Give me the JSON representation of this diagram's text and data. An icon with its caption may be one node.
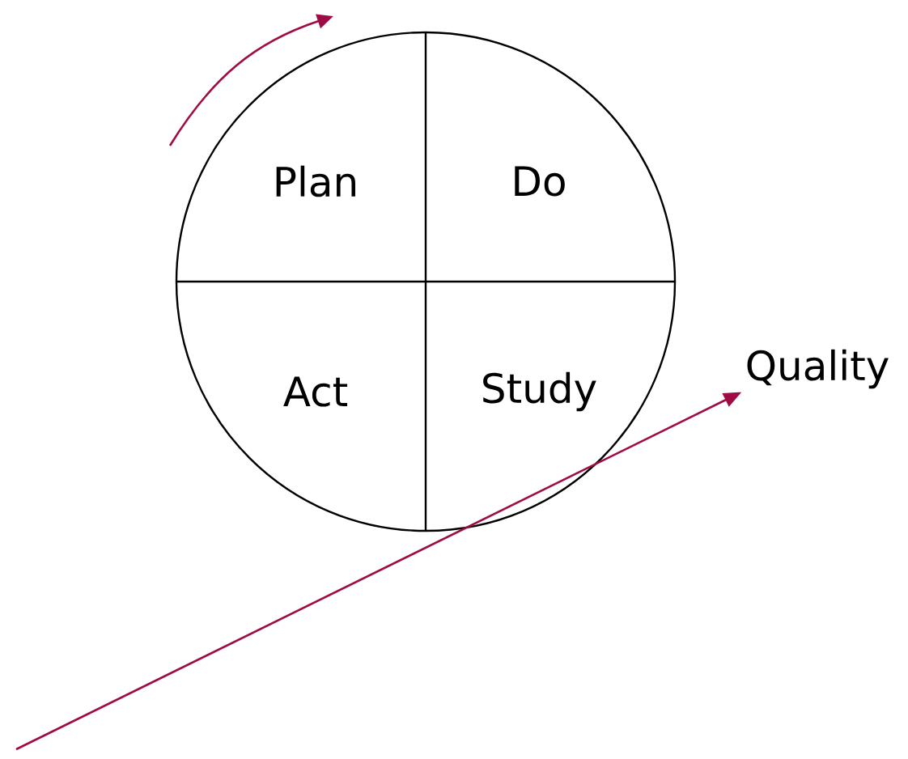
{
  "diagram": {
    "nodes": [
      {
        "text": [],
        "shape": "circle"
      },
      {
        "text": [
          "Plan"
        ],
        "in": 0
      },
      {
        "text": [
          "Do"
        ],
        "in": 0
      },
      {
        "text": [
          "Act"
        ],
        "in": 0
      },
      {
        "text": [
          "Study"
        ],
        "in": 0
      },
      {
        "text": [
          "Quality"
        ]
      }
    ],
    "edges": [
      {
        "from": null,
        "to": 5,
        "arrow": "to"
      }
    ]
  }
}
